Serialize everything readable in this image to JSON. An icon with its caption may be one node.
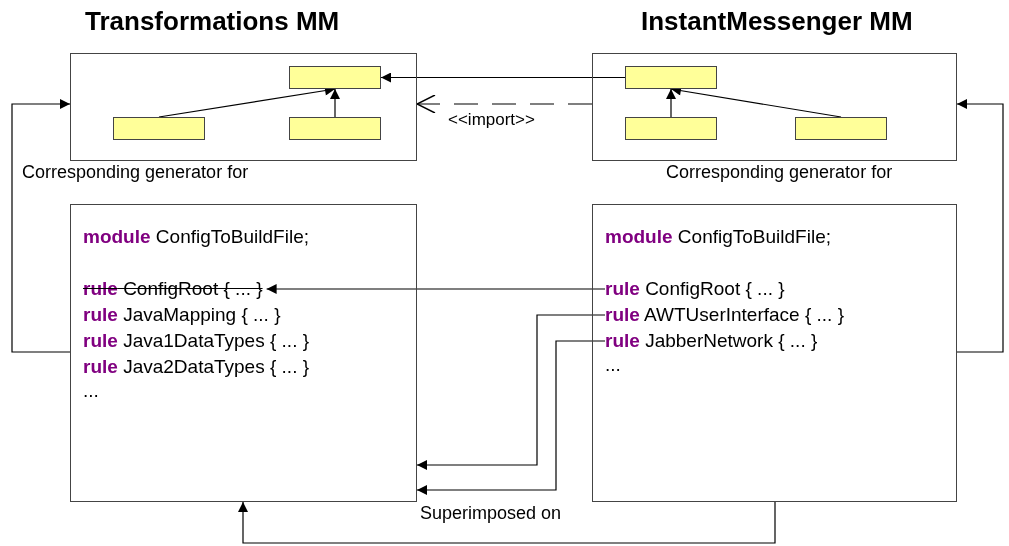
{
  "diagram": {
    "nodes": [
      {
        "text": [
          "Transformations MM"
        ]
      },
      {
        "text": [],
        "shape": "box",
        "in": 0
      },
      {
        "text": [],
        "shape": "box",
        "in": 0
      },
      {
        "text": [],
        "shape": "box",
        "in": 0
      },
      {
        "text": [
          "InstantMessenger MM"
        ]
      },
      {
        "text": [],
        "shape": "box",
        "in": 4
      },
      {
        "text": [],
        "shape": "box",
        "in": 4
      },
      {
        "text": [],
        "shape": "box",
        "in": 4
      },
      {
        "text": [
          "**module** ConfigToBuildFile;",
          "..."
        ]
      },
      {
        "text": [
          "**rule** ConfigRoot { ... }"
        ],
        "in": 8
      },
      {
        "text": [
          "**rule** JavaMapping { ... }"
        ],
        "in": 8
      },
      {
        "text": [
          "**rule** Java1DataTypes { ... }"
        ],
        "in": 8
      },
      {
        "text": [
          "**rule** Java2DataTypes { ... }"
        ],
        "in": 8
      },
      {
        "text": [
          "**module** ConfigToBuildFile;",
          "..."
        ]
      },
      {
        "text": [
          "**rule** ConfigRoot { ... }"
        ],
        "in": 13
      },
      {
        "text": [
          "**rule** AWTUserInterface { ... }"
        ],
        "in": 13
      },
      {
        "text": [
          "**rule** JabberNetwork { ... }"
        ],
        "in": 13
      }
    ],
    "edges": [
      {
        "from": 2,
        "to": 1,
        "arrow": "to"
      },
      {
        "from": 3,
        "to": 1,
        "arrow": "to"
      },
      {
        "from": 6,
        "to": 5,
        "arrow": "to"
      },
      {
        "from": 7,
        "to": 5,
        "arrow": "to"
      },
      {
        "from": 5,
        "to": 1,
        "arrow": "to"
      },
      {
        "from": 4,
        "to": 0,
        "arrow": "to",
        "style": "dashed",
        "label": "<<import>>"
      },
      {
        "from": 8,
        "to": 0,
        "arrow": "to"
      },
      {
        "from": 13,
        "to": 4,
        "arrow": "to"
      },
      {
        "from": 14,
        "to": 9,
        "arrow": "to"
      },
      {
        "from": 15,
        "to": 8,
        "arrow": "to"
      },
      {
        "from": 16,
        "to": 8,
        "arrow": "to"
      },
      {
        "from": 13,
        "to": 8,
        "arrow": "to"
      }
    ],
    "labels": [
      "Corresponding generator for",
      "Corresponding generator for",
      "Superimposed on"
    ]
  }
}
